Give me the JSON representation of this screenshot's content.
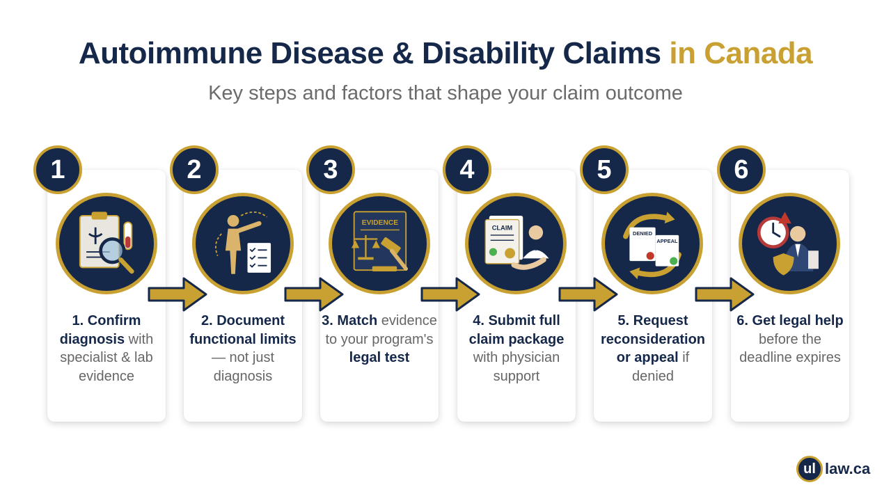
{
  "header": {
    "title_main": "Autoimmune Disease & Disability Claims",
    "title_accent": "in Canada",
    "subtitle": "Key steps and factors that shape your claim outcome"
  },
  "colors": {
    "navy": "#15284a",
    "gold": "#c9a132",
    "grey_text": "#666666"
  },
  "steps": [
    {
      "number": "1",
      "icon": "diagnosis-clipboard-icon",
      "bold1": "1. Confirm diagnosis",
      "rest": "with specialist & lab evidence"
    },
    {
      "number": "2",
      "icon": "functional-limits-icon",
      "bold1": "2. Document functional limits",
      "rest": "— not just diagnosis"
    },
    {
      "number": "3",
      "icon": "evidence-gavel-icon",
      "bold1": "3. Match",
      "mid": "evidence to your program's",
      "bold2": "legal test",
      "evidence_label": "EVIDENCE"
    },
    {
      "number": "4",
      "icon": "claim-package-icon",
      "bold1": "4. Submit full claim package",
      "rest": "with physician support",
      "claim_label": "CLAIM"
    },
    {
      "number": "5",
      "icon": "appeal-cycle-icon",
      "bold1": "5. Request reconsideration or appeal",
      "rest": "if denied",
      "denied_label": "DENIED",
      "appeal_label": "APPEAL"
    },
    {
      "number": "6",
      "icon": "legal-help-clock-icon",
      "bold1": "6. Get legal help",
      "rest": "before the deadline expires"
    }
  ],
  "logo": {
    "mark": "ul",
    "text": "law.ca"
  }
}
